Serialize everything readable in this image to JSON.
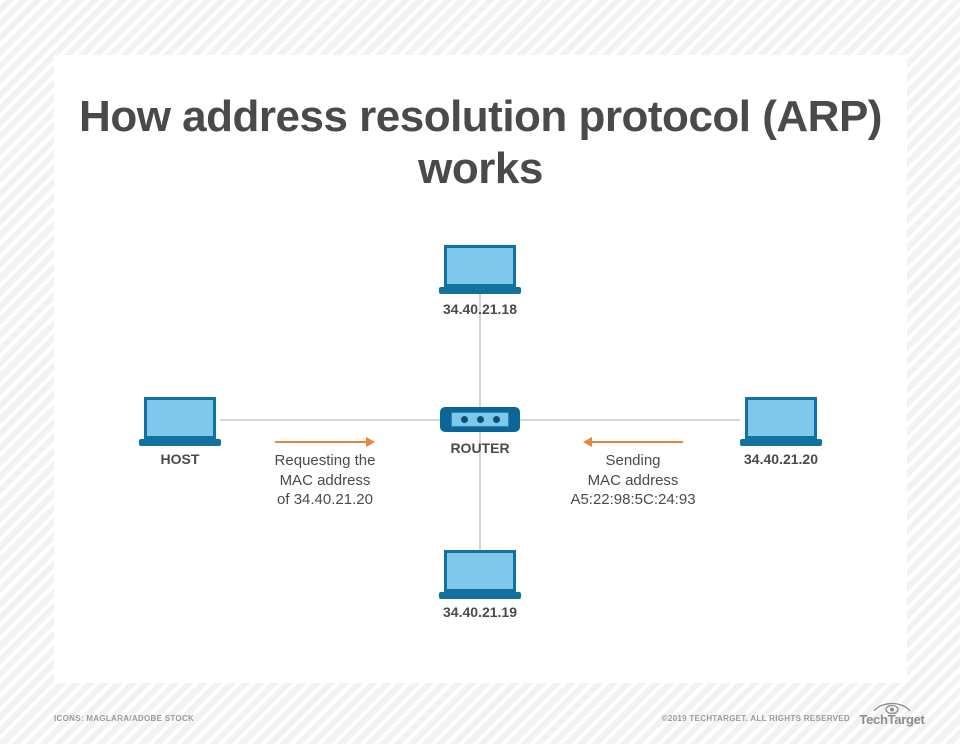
{
  "title": "How address resolution\nprotocol (ARP) works",
  "colors": {
    "accent_dark_blue": "#13719f",
    "router_blue": "#0a6699",
    "screen_blue": "#7ec8ec",
    "arrow_orange": "#e8873b",
    "text_gray": "#4a4a4a",
    "wire_gray": "#d5d5d5"
  },
  "diagram": {
    "type": "network-topology",
    "nodes": [
      {
        "id": "top",
        "icon": "laptop-icon",
        "label": "34.40.21.18"
      },
      {
        "id": "host",
        "icon": "laptop-icon",
        "label": "HOST"
      },
      {
        "id": "router",
        "icon": "router-icon",
        "label": "ROUTER"
      },
      {
        "id": "right",
        "icon": "laptop-icon",
        "label": "34.40.21.20"
      },
      {
        "id": "bottom",
        "icon": "laptop-icon",
        "label": "34.40.21.19"
      }
    ],
    "annotations": [
      {
        "id": "request",
        "direction": "right",
        "arrow_icon": "arrow-right-icon",
        "text": "Requesting the\nMAC address\nof 34.40.21.20"
      },
      {
        "id": "reply",
        "direction": "left",
        "arrow_icon": "arrow-left-icon",
        "text": "Sending\nMAC address\nA5:22:98:5C:24:93"
      }
    ]
  },
  "footer": {
    "credit": "ICONS: MAGLARA/ADOBE STOCK",
    "copyright": "©2019 TECHTARGET. ALL RIGHTS RESERVED",
    "logo_word": "TechTarget"
  }
}
